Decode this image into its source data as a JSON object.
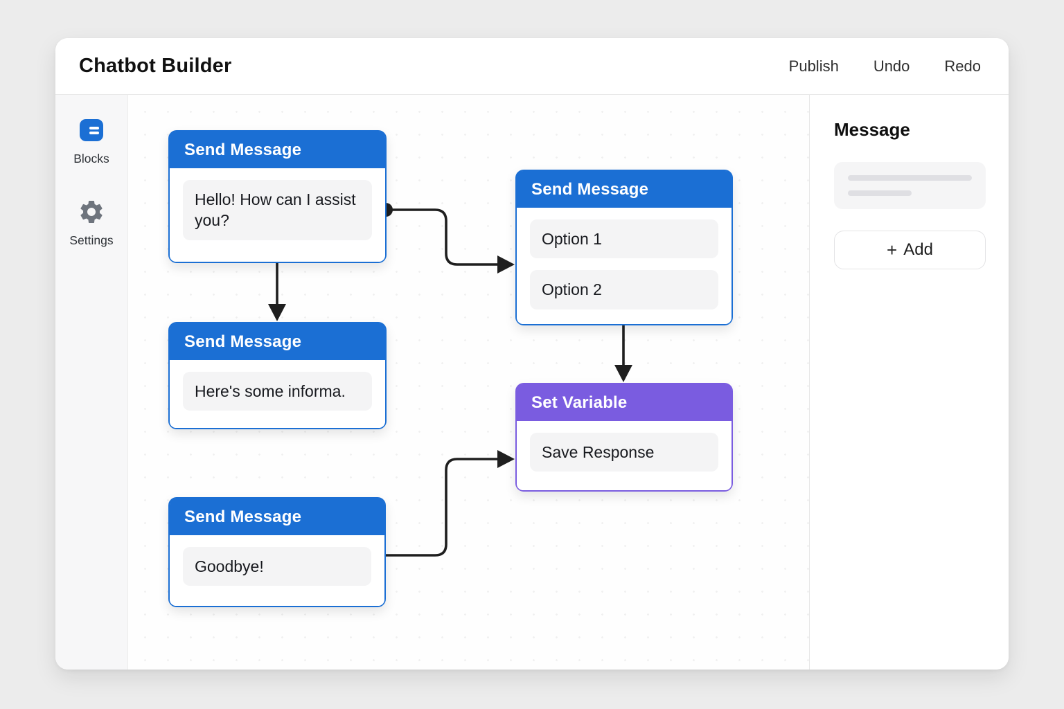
{
  "window": {
    "title": "Chatbot Builder",
    "actions": [
      {
        "label": "Publish"
      },
      {
        "label": "Undo"
      },
      {
        "label": "Redo"
      }
    ]
  },
  "sidebar": {
    "items": [
      {
        "label": "Blocks",
        "icon": "blocks-icon"
      },
      {
        "label": "Settings",
        "icon": "gear-icon"
      }
    ]
  },
  "canvas": {
    "nodes": [
      {
        "title": "Send Message",
        "type": "message",
        "items": [
          "Hello! How can I assist you?"
        ]
      },
      {
        "title": "Send Message",
        "type": "message",
        "items": [
          "Option 1",
          "Option 2"
        ]
      },
      {
        "title": "Send Message",
        "type": "message",
        "items": [
          "Here's some informa."
        ]
      },
      {
        "title": "Set Variable",
        "type": "variable",
        "items": [
          "Save Response"
        ]
      },
      {
        "title": "Send Message",
        "type": "message",
        "items": [
          "Goodbye!"
        ]
      }
    ],
    "connections": [
      {
        "from": "node-1",
        "to": "node-2"
      },
      {
        "from": "node-1",
        "to": "node-3"
      },
      {
        "from": "node-2",
        "to": "node-4"
      },
      {
        "from": "node-5",
        "to": "node-4"
      }
    ]
  },
  "inspector": {
    "title": "Message",
    "add_button": {
      "icon": "+",
      "label": "Add"
    }
  },
  "colors": {
    "message_header": "#1b6fd4",
    "variable_header": "#7a5ce0",
    "connector": "#1f1f1f",
    "canvas_dot": "#e6e6e6"
  }
}
